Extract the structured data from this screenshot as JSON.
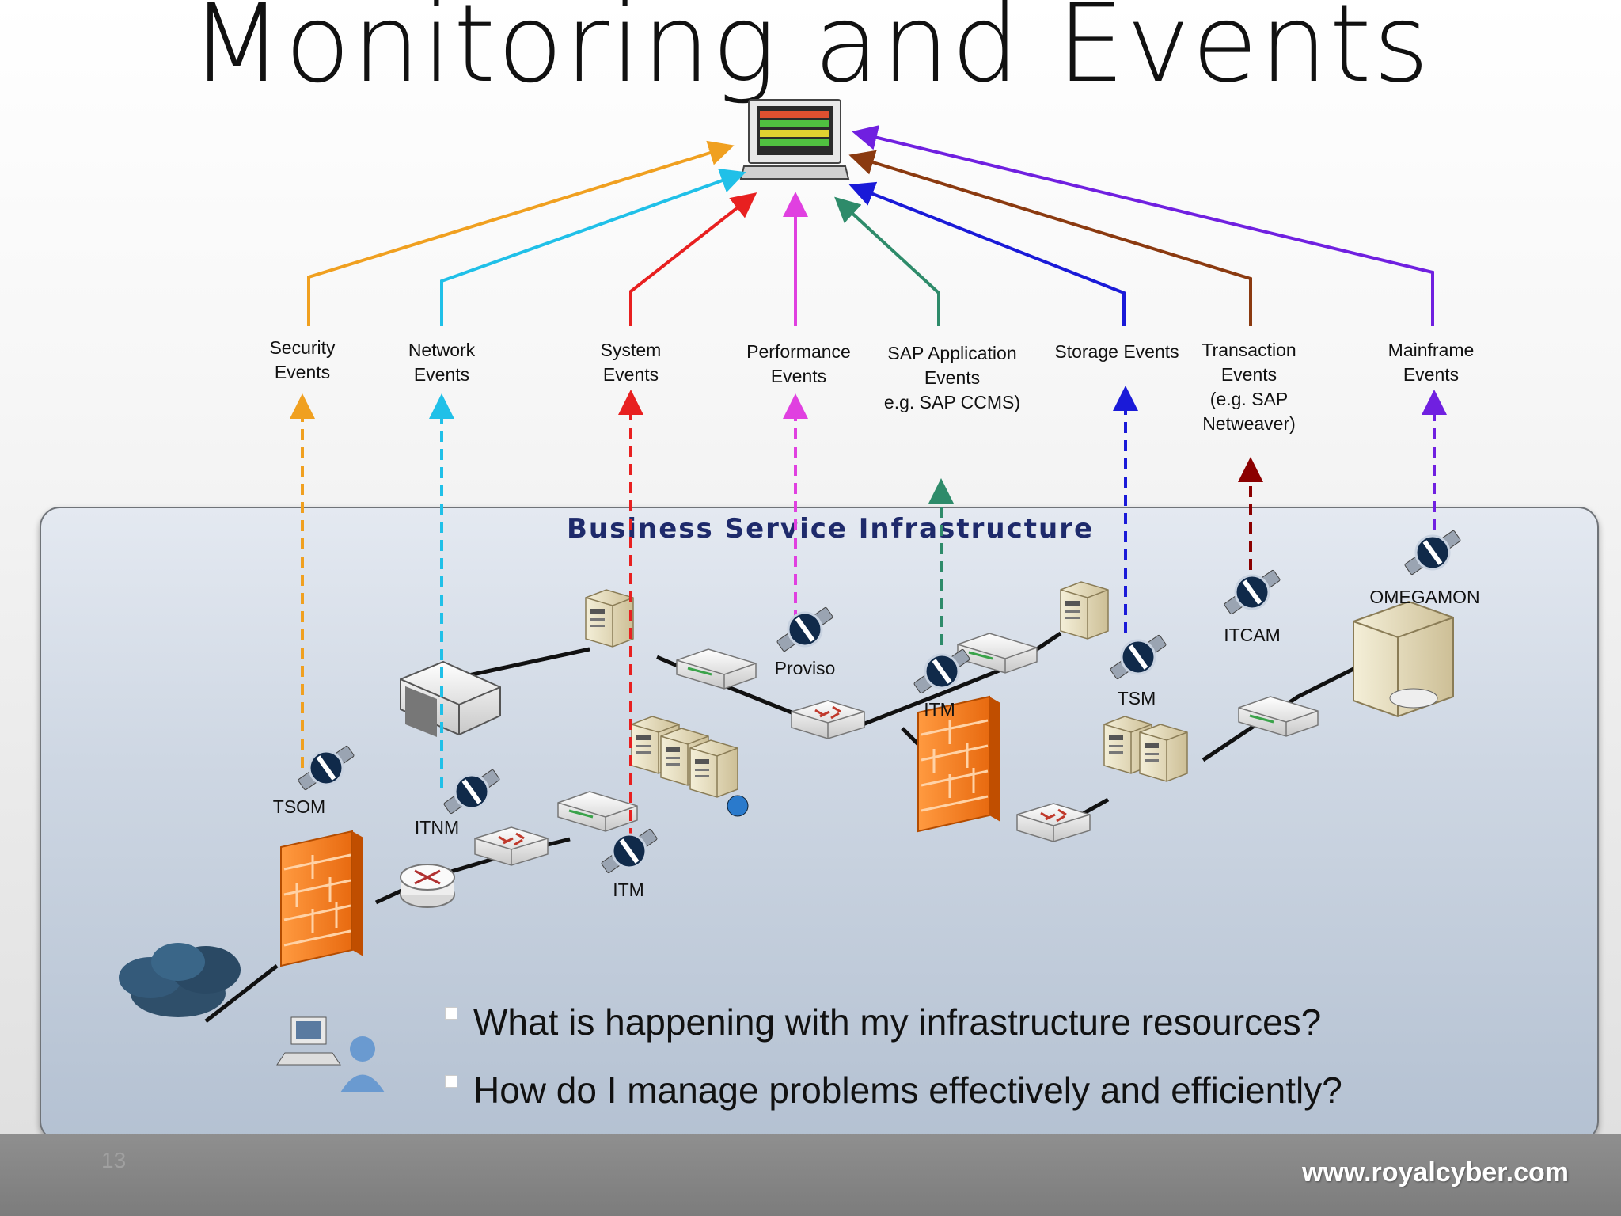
{
  "slide": {
    "title": "Monitoring and Events",
    "infrastructure_title": "Business Service Infrastructure",
    "slide_number": "13",
    "footer_url": "www.royalcyber.com"
  },
  "event_types": [
    {
      "name": "Security Events",
      "lines": [
        "Security",
        "Events"
      ],
      "color": "#f0a020"
    },
    {
      "name": "Network Events",
      "lines": [
        "Network",
        "Events"
      ],
      "color": "#20c0e8"
    },
    {
      "name": "System Events",
      "lines": [
        "System",
        "Events"
      ],
      "color": "#e82020"
    },
    {
      "name": "Performance Events",
      "lines": [
        "Performance",
        "Events"
      ],
      "color": "#e040e0"
    },
    {
      "name": "SAP Application Events",
      "lines": [
        "SAP Application",
        "Events",
        "e.g. SAP CCMS)"
      ],
      "color": "#2e8b6a"
    },
    {
      "name": "Storage Events",
      "lines": [
        "Storage Events"
      ],
      "color": "#1a1ad8"
    },
    {
      "name": "Transaction Events",
      "lines": [
        "Transaction",
        "Events",
        "(e.g. SAP",
        "Netweaver)"
      ],
      "color": "#8b3a10"
    },
    {
      "name": "Mainframe Events",
      "lines": [
        "Mainframe",
        "Events"
      ],
      "color": "#7020e0"
    }
  ],
  "agents": [
    {
      "label": "TSOM"
    },
    {
      "label": "ITNM"
    },
    {
      "label": "ITM"
    },
    {
      "label": "Proviso"
    },
    {
      "label": "ITM"
    },
    {
      "label": "TSM"
    },
    {
      "label": "ITCAM"
    },
    {
      "label": "OMEGAMON"
    }
  ],
  "questions": [
    "What is happening with my infrastructure resources?",
    "How do I manage problems effectively and efficiently?"
  ],
  "icons": [
    "monitor-console-icon",
    "satellite-agent-icon",
    "firewall-icon",
    "server-icon",
    "switch-icon",
    "router-icon",
    "cloud-icon",
    "user-workstation-icon",
    "mainframe-icon"
  ]
}
